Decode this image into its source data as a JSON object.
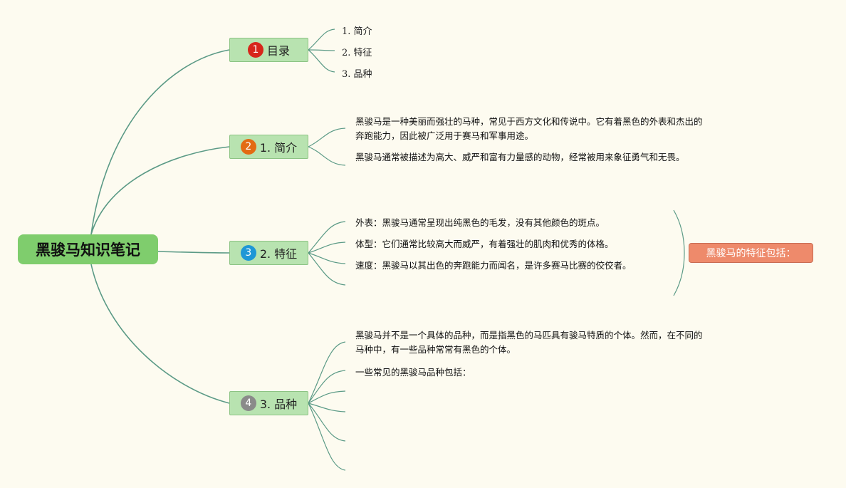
{
  "root": {
    "title": "黑骏马知识笔记"
  },
  "colors": {
    "connector": "#5b9a86",
    "root_fill": "#7fcd6d",
    "branch_fill": "#b8e3b0",
    "summary_fill": "#ee8a6b"
  },
  "branches": [
    {
      "badge": "1",
      "badge_color": "#d7261b",
      "label": "目录",
      "items": [
        "1. 简介",
        "2. 特征",
        "3. 品种"
      ]
    },
    {
      "badge": "2",
      "badge_color": "#e36b12",
      "label": "1. 简介",
      "paragraphs": [
        "黑骏马是一种美丽而强壮的马种，常见于西方文化和传说中。它有着黑色的外表和杰出的奔跑能力，因此被广泛用于赛马和军事用途。",
        "黑骏马通常被描述为高大、威严和富有力量感的动物，经常被用来象征勇气和无畏。"
      ]
    },
    {
      "badge": "3",
      "badge_color": "#1f97d6",
      "label": "2. 特征",
      "lines": [
        "外表：黑骏马通常呈现出纯黑色的毛发，没有其他颜色的斑点。",
        "体型：它们通常比较高大而威严，有着强壮的肌肉和优秀的体格。",
        "速度：黑骏马以其出色的奔跑能力而闻名，是许多赛马比赛的佼佼者。"
      ],
      "summary": "黑骏马的特征包括："
    },
    {
      "badge": "4",
      "badge_color": "#8a8a8a",
      "label": "3. 品种",
      "paragraphs": [
        "黑骏马并不是一个具体的品种，而是指黑色的马匹具有骏马特质的个体。然而，在不同的马种中，有一些品种常常有黑色的个体。",
        "一些常见的黑骏马品种包括："
      ]
    }
  ]
}
